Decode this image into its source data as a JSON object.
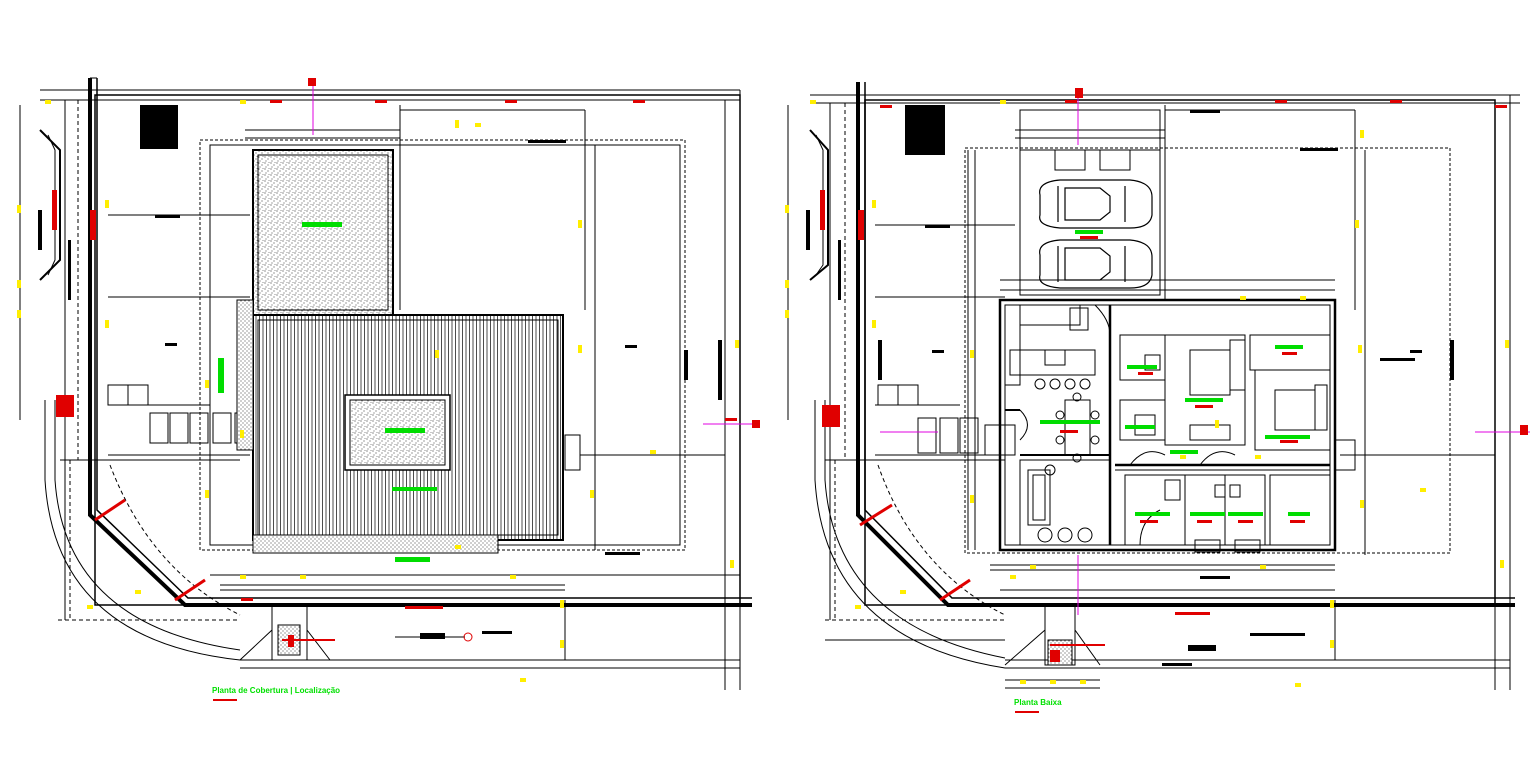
{
  "drawing": {
    "left_plan": {
      "title": "Planta de Cobertura | Localização"
    },
    "right_plan": {
      "title": "Planta Baixa"
    },
    "colors": {
      "line": "#000000",
      "annotation": "#00dd00",
      "marker": "#e00000",
      "dimension_tick": "#ffee00",
      "section_axis": "#e000e0",
      "background": "#ffffff"
    },
    "vehicle_count": 2
  }
}
